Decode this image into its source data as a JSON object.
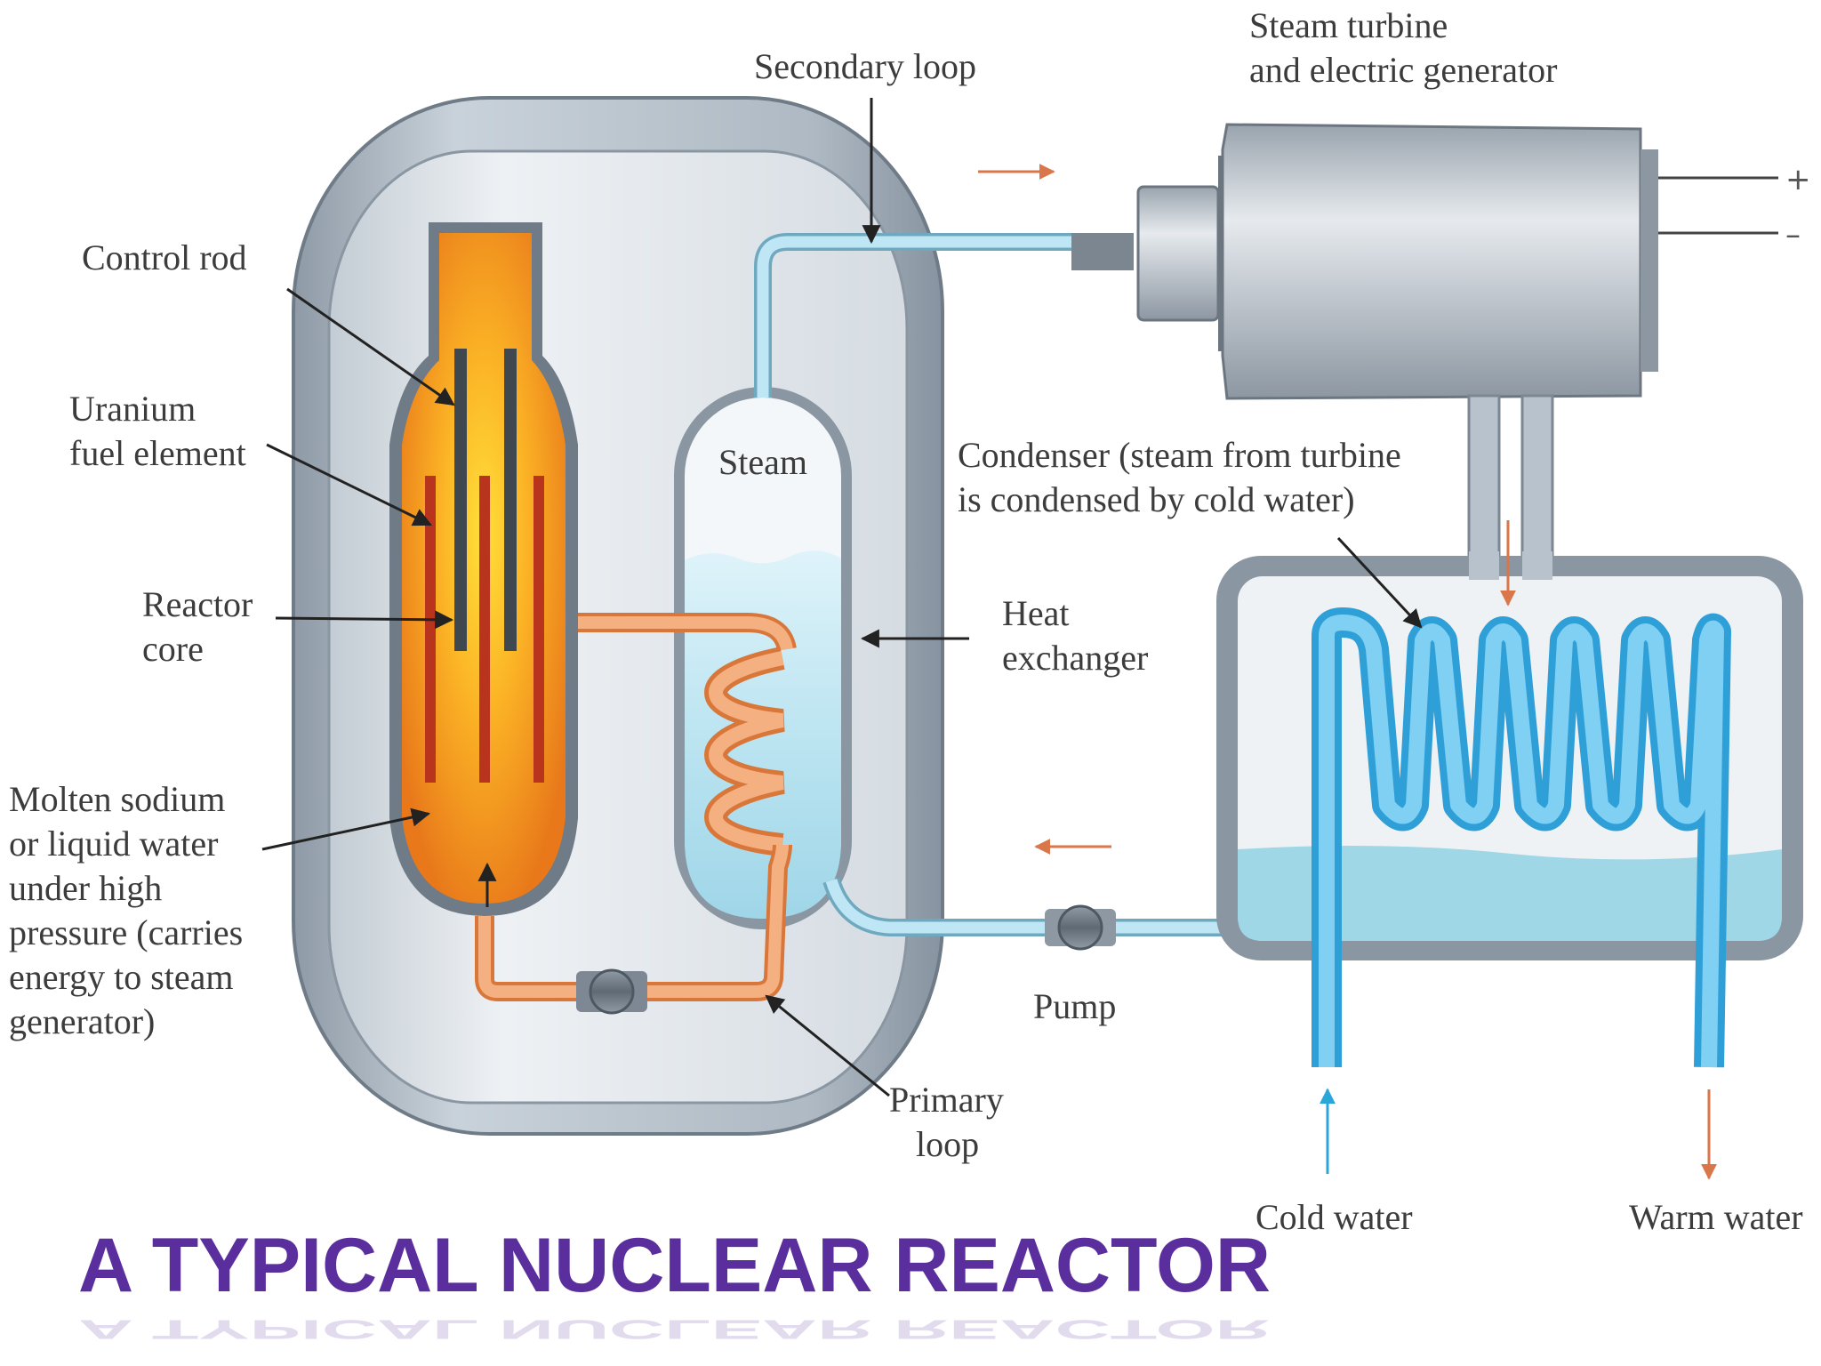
{
  "title": "A TYPICAL NUCLEAR REACTOR",
  "labels": {
    "secondary_loop": "Secondary loop",
    "turbine_line1": "Steam turbine",
    "turbine_line2": "and electric generator",
    "control_rod": "Control rod",
    "uranium_line1": "Uranium",
    "uranium_line2": "fuel element",
    "reactor_line1": "Reactor",
    "reactor_line2": "core",
    "molten_line1": "Molten sodium",
    "molten_line2": "or liquid water",
    "molten_line3": "under high",
    "molten_line4": "pressure (carries",
    "molten_line5": "energy to steam",
    "molten_line6": "generator)",
    "steam": "Steam",
    "condenser_line1": "Condenser (steam from turbine",
    "condenser_line2": "is condensed by cold water)",
    "heat_line1": "Heat",
    "heat_line2": "exchanger",
    "pump": "Pump",
    "primary_line1": "Primary",
    "primary_line2": "loop",
    "cold_water": "Cold water",
    "warm_water": "Warm water",
    "plus": "+",
    "minus": "–"
  },
  "colors": {
    "title": "#5a2e9c",
    "core_orange": "#f08a1c",
    "core_yellow": "#ffd43a",
    "primary_loop": "#f2a36b",
    "secondary_loop": "#a9dcef",
    "cooling_coil": "#4fb3ea",
    "vessel": "#b7c2cd",
    "flow_arrow": "#d9774a"
  }
}
